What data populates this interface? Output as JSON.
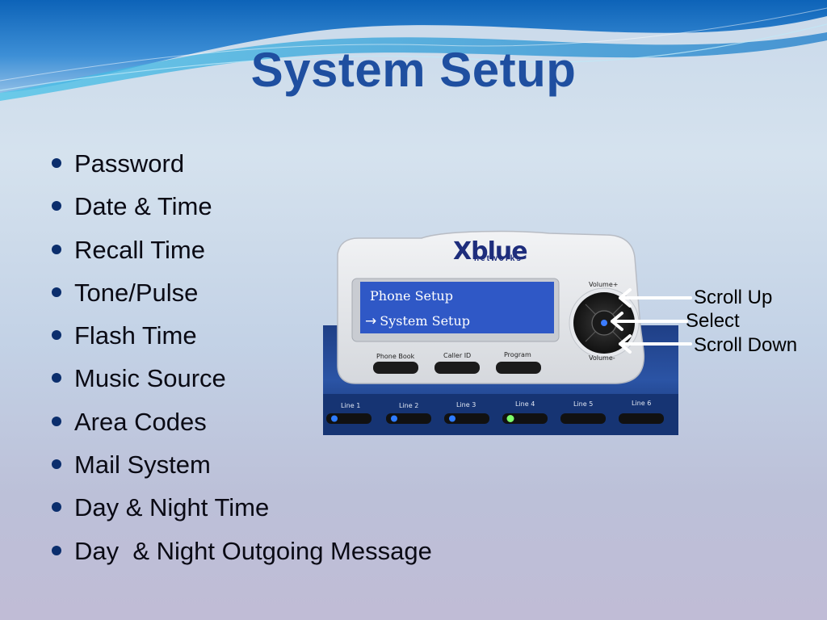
{
  "slide": {
    "title": "System Setup",
    "bullets": [
      "Password",
      "Date & Time",
      "Recall Time",
      "Tone/Pulse",
      "Flash Time",
      "Music Source",
      "Area Codes",
      "Mail System",
      "Day & Night Time",
      "Day  & Night Outgoing Message"
    ]
  },
  "phone": {
    "brand": "Xblue",
    "brand_sub": "networks",
    "screen_line1": "Phone Setup",
    "screen_line2": "System Setup",
    "screen_arrow_icon": "right-arrow-icon",
    "volume_up_label": "Volume+",
    "volume_down_label": "Volume-",
    "function_buttons": [
      "Phone Book",
      "Caller ID",
      "Program"
    ],
    "line_buttons": [
      "Line 1",
      "Line 2",
      "Line 3",
      "Line 4",
      "Line 5",
      "Line 6"
    ],
    "screen_color": "#2f58c6"
  },
  "callouts": {
    "scroll_up": "Scroll Up",
    "select": "Select",
    "scroll_down": "Scroll Down"
  },
  "colors": {
    "title": "#1f4fa0",
    "bullet": "#0b2e6d",
    "line_led_blue": "#2f7cff",
    "line_led_green": "#7dff6a"
  }
}
